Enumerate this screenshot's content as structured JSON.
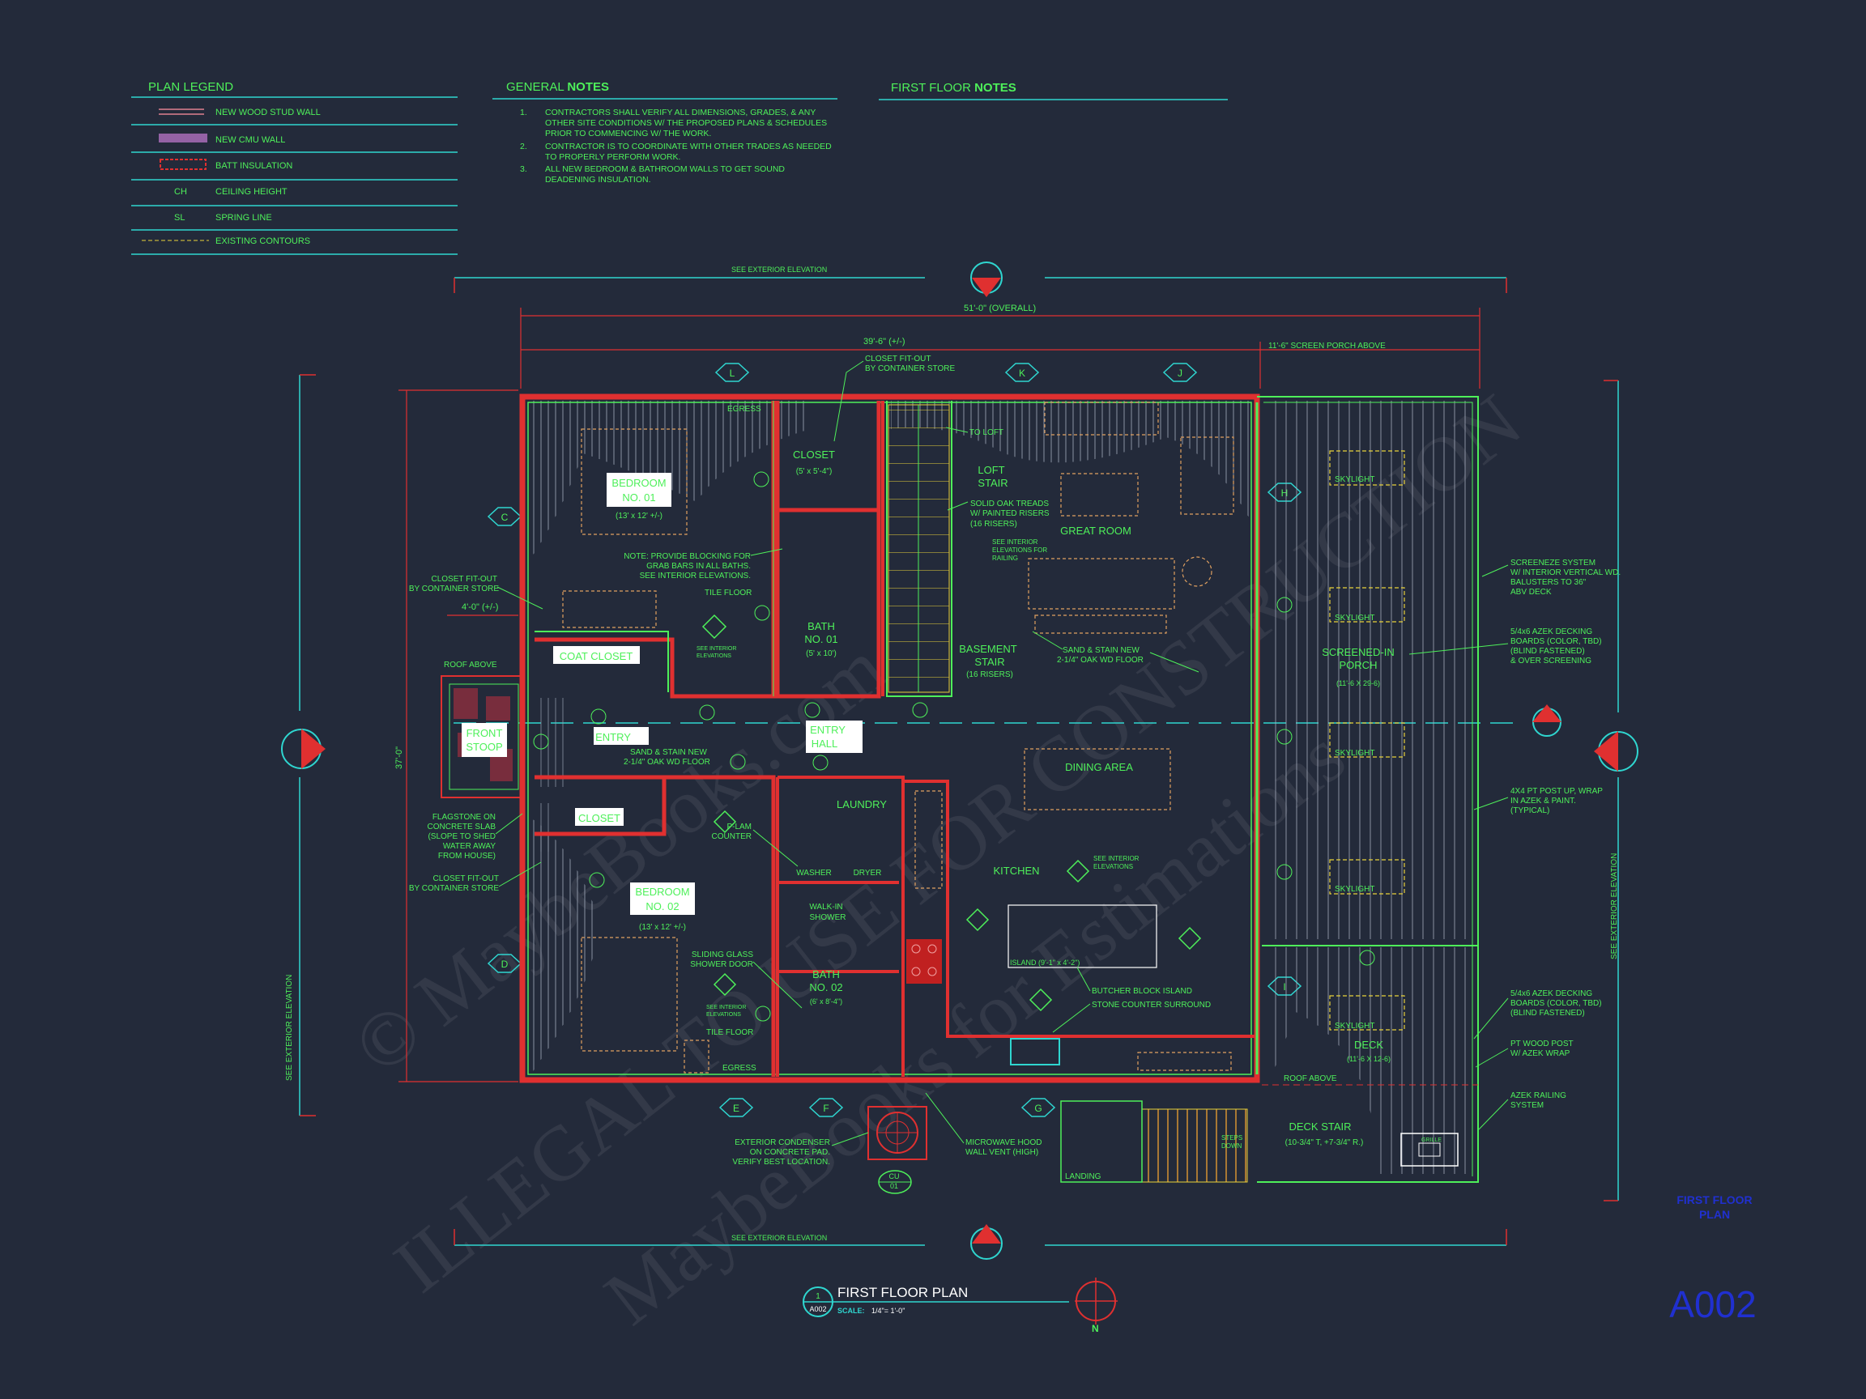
{
  "legend": {
    "title": "PLAN LEGEND",
    "items": [
      {
        "symbol": "",
        "label": "NEW WOOD STUD WALL"
      },
      {
        "symbol": "",
        "label": "NEW CMU WALL"
      },
      {
        "symbol": "",
        "label": "BATT INSULATION"
      },
      {
        "symbol": "CH",
        "label": "CEILING HEIGHT"
      },
      {
        "symbol": "SL",
        "label": "SPRING LINE"
      },
      {
        "symbol": "",
        "label": "EXISTING CONTOURS"
      }
    ]
  },
  "general_notes": {
    "title_a": "GENERAL",
    "title_b": "NOTES",
    "items": [
      {
        "num": "1.",
        "lines": [
          "CONTRACTORS SHALL VERIFY ALL DIMENSIONS, GRADES, & ANY",
          "OTHER SITE CONDITIONS W/ THE PROPOSED PLANS &  SCHEDULES",
          "PRIOR TO COMMENCING W/ THE WORK."
        ]
      },
      {
        "num": "2.",
        "lines": [
          "CONTRACTOR IS TO COORDINATE WITH OTHER TRADES AS NEEDED",
          "TO PROPERLY PERFORM WORK."
        ]
      },
      {
        "num": "3.",
        "lines": [
          "ALL NEW BEDROOM & BATHROOM WALLS TO GET SOUND",
          "DEADENING INSULATION."
        ]
      }
    ]
  },
  "floor_notes": {
    "title_a": "FIRST FLOOR",
    "title_b": "NOTES"
  },
  "dimensions": {
    "overall": "51'-0\" (OVERALL)",
    "main": "39'-6\" (+/-)",
    "porch": "11'-6\" SCREEN PORCH ABOVE",
    "depth": "37'-0\"",
    "stoop": "4'-0\" (+/-)"
  },
  "elevation_refs": {
    "top": "SEE EXTERIOR ELEVATION",
    "bottom": "SEE EXTERIOR ELEVATION",
    "left": "SEE EXTERIOR ELEVATION",
    "right": "SEE EXTERIOR ELEVATION"
  },
  "grid": {
    "top": [
      "L",
      "K",
      "J"
    ],
    "bottom": [
      "E",
      "F",
      "G"
    ],
    "left": [
      "C",
      "D"
    ],
    "right": [
      "H",
      "I"
    ]
  },
  "rooms": [
    {
      "lines": [
        "BEDROOM",
        "NO. 01"
      ],
      "sub": "(13' x 12' +/-)"
    },
    {
      "lines": [
        "BEDROOM",
        "NO. 02"
      ],
      "sub": "(13' x 12' +/-)"
    },
    {
      "lines": [
        "COAT CLOSET"
      ],
      "sub": ""
    },
    {
      "lines": [
        "CLOSET"
      ],
      "sub": ""
    },
    {
      "lines": [
        "FRONT",
        "STOOP"
      ],
      "sub": ""
    },
    {
      "lines": [
        "ENTRY"
      ],
      "sub": ""
    },
    {
      "lines": [
        "ENTRY",
        "HALL"
      ],
      "sub": ""
    }
  ],
  "room_labels": {
    "closet_top": "CLOSET",
    "closet_top_sub": "(5' x 5'-4\")",
    "loft_stair": [
      "LOFT",
      "STAIR"
    ],
    "great_room": "GREAT ROOM",
    "basement_stair": [
      "BASEMENT",
      "STAIR"
    ],
    "basement_stair_sub": "(16 RISERS)",
    "bath1": [
      "BATH",
      "NO. 01"
    ],
    "bath1_sub": "(5' x 10')",
    "bath2": [
      "BATH",
      "NO. 02"
    ],
    "bath2_sub": "(6' x 8'-4\")",
    "laundry": "LAUNDRY",
    "dining": "DINING AREA",
    "kitchen": "KITCHEN",
    "screened_porch": [
      "SCREENED-IN",
      "PORCH"
    ],
    "screened_porch_sub": "(11'-6 X 29-6)",
    "deck": "DECK",
    "deck_sub": "(11'-6 X 12-6)",
    "deck_stair": "DECK STAIR",
    "deck_stair_sub": "(10-3/4\" T, +7-3/4\" R.)",
    "landing": "LANDING",
    "skylight": "SKYLIGHT",
    "roof_above": "ROOF ABOVE",
    "walk_in_shower": [
      "WALK-IN",
      "SHOWER"
    ],
    "washer": "WASHER",
    "dryer": "DRYER",
    "island": "ISLAND (9'-1\" x 4'-2\")"
  },
  "callouts": [
    "CLOSET FIT-OUT|BY CONTAINER STORE",
    "TO LOFT",
    "SOLID OAK TREADS|W/ PAINTED RISERS|(16 RISERS)",
    "SEE INTERIOR|ELEVATIONS FOR|RAILING",
    "NOTE: PROVIDE BLOCKING FOR|GRAB BARS IN ALL BATHS.|SEE INTERIOR ELEVATIONS.",
    "TILE FLOOR",
    "SAND & STAIN NEW|2-1/4\" OAK WD FLOOR",
    "CLOSET FIT-OUT|BY CONTAINER STORE",
    "ROOF ABOVE",
    "FLAGSTONE ON|CONCRETE SLAB|(SLOPE TO SHED|WATER AWAY|FROM HOUSE)",
    "CLOSET FIT-OUT|BY CONTAINER STORE",
    "SAND & STAIN NEW|2-1/4\" OAK WD FLOOR",
    "P-LAM|COUNTER",
    "SLIDING GLASS|SHOWER DOOR",
    "TILE FLOOR",
    "EGRESS",
    "EXTERIOR CONDENSER|ON CONCRETE PAD.|VERIFY BEST LOCATION.",
    "MICROWAVE HOOD|WALL VENT (HIGH)",
    "BUTCHER BLOCK ISLAND",
    "STONE COUNTER SURROUND",
    "SCREENEZE SYSTEM|W/ INTERIOR VERTICAL WD.|BALUSTERS TO 36\"|ABV DECK",
    "5/4x6 AZEK DECKING|BOARDS (COLOR, TBD)|(BLIND FASTENED)|& OVER SCREENING",
    "4X4 PT POST UP, WRAP|IN AZEK & PAINT.|(TYPICAL)",
    "5/4x6 AZEK DECKING|BOARDS (COLOR, TBD)|(BLIND FASTENED)",
    "PT WOOD POST|W/ AZEK WRAP",
    "AZEK RAILING|SYSTEM",
    "STEPS|DOWN",
    "GRILLE",
    "EGRESS",
    "SEE INTERIOR|ELEVATIONS",
    "SEE INTERIOR|ELEVATIONS",
    "SEE INTERIOR|ELEVATIONS"
  ],
  "title_block": {
    "title": "FIRST FLOOR PLAN",
    "scale_label": "SCALE:",
    "scale": "1/4\"= 1'-0\"",
    "bubble_top": "1",
    "bubble_bot": "A002",
    "north": "N",
    "sheet_label": [
      "FIRST FLOOR",
      "PLAN"
    ],
    "sheet_no": "A002"
  },
  "cu": {
    "top": "CU",
    "bot": "01"
  },
  "watermark": [
    "© MaybeBooks.com",
    "ILLEGAL TO USE FOR CONSTRUCTION",
    "MaybeBooks for Estimations"
  ],
  "colors": {
    "bg": "#232a3a",
    "green": "#4ef05a",
    "cyan": "#2fd6d0",
    "red": "#e03030",
    "yellow": "#e8d23a",
    "blue": "#2030d0",
    "white": "#ffffff"
  }
}
